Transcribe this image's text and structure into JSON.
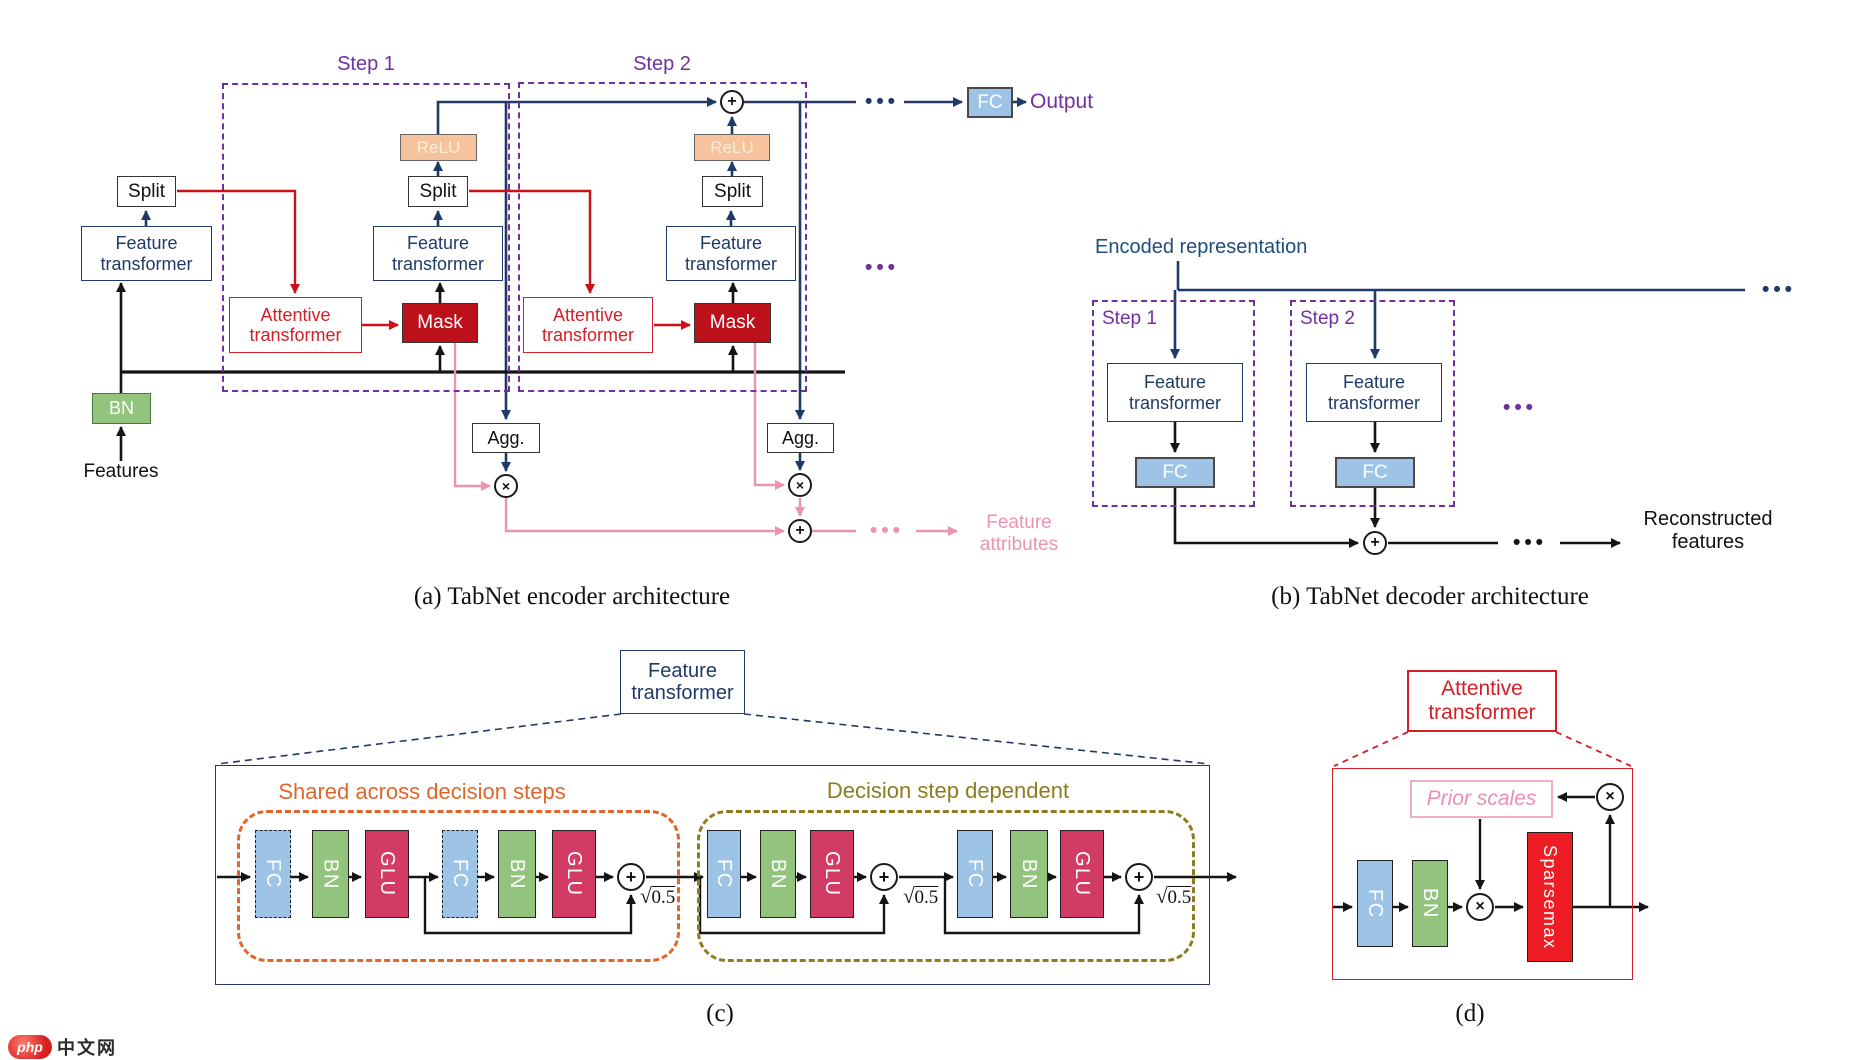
{
  "labels": {
    "step1": "Step 1",
    "step2": "Step 2",
    "split": "Split",
    "feature_transformer": "Feature transformer",
    "attentive_transformer": "Attentive transformer",
    "mask": "Mask",
    "relu": "ReLU",
    "bn": "BN",
    "fc": "FC",
    "glu": "GLU",
    "agg": "Agg.",
    "sparsemax": "Sparsemax",
    "prior_scales": "Prior scales",
    "features": "Features",
    "output": "Output",
    "feature_attributes": "Feature attributes",
    "encoded_representation": "Encoded representation",
    "reconstructed_features": "Reconstructed features",
    "shared_across": "Shared across decision steps",
    "decision_dependent": "Decision step dependent"
  },
  "symbols": {
    "plus": "+",
    "times": "×",
    "dots": "•••",
    "sqrt_radical": "√",
    "sqrt_value": "0.5"
  },
  "captions": {
    "a": "(a) TabNet encoder architecture",
    "b": "(b) TabNet decoder architecture",
    "c": "(c)",
    "d": "(d)"
  },
  "watermark": {
    "badge": "php",
    "site": "中文网"
  },
  "colors": {
    "navy": "#203a68",
    "purple": "#7030a0",
    "red": "#cc1016",
    "mask_red": "#bc101b",
    "pink": "#ec92b2",
    "green": "#93c47d",
    "light_blue": "#9dc3e6",
    "relu_peach": "#f6c39c",
    "glu_crimson": "#d23b63",
    "sparsemax_red": "#ee1c25",
    "orange": "#e2662c",
    "olive": "#8e7c20",
    "steel_blue": "#1f4e79"
  }
}
